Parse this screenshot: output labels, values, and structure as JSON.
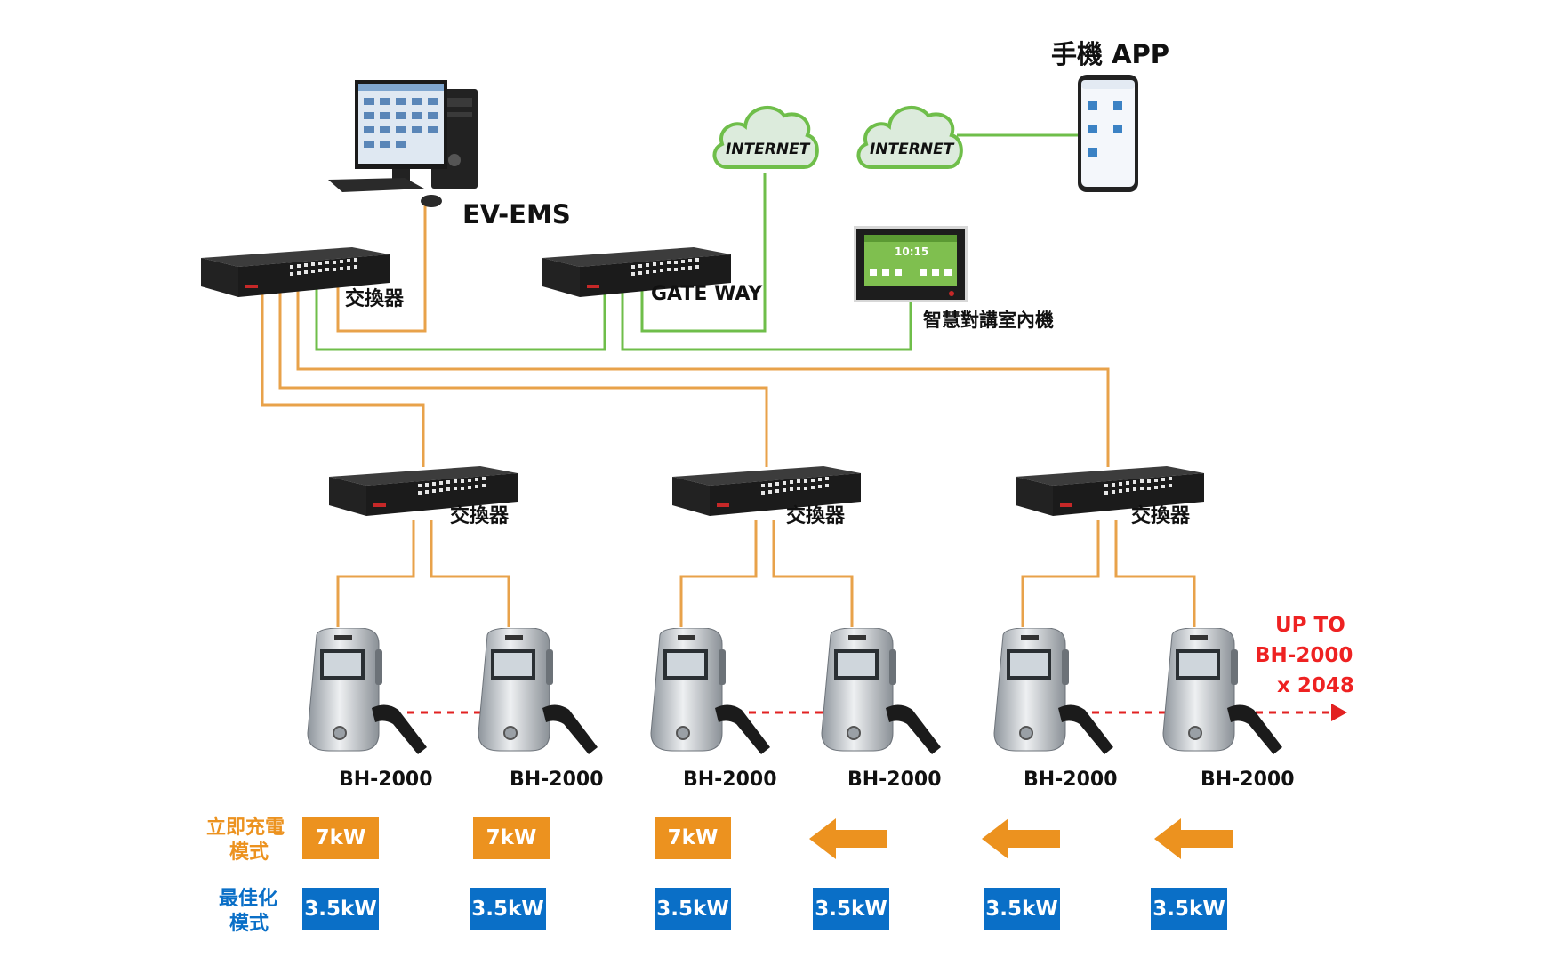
{
  "labels": {
    "ev_ems": "EV-EMS",
    "switch_top": "交換器",
    "gateway": "GATE WAY",
    "intercom": "智慧對講室內機",
    "phone_app": "手機 APP",
    "cloud_left": "INTERNET",
    "cloud_right": "INTERNET",
    "switch_1": "交換器",
    "switch_2": "交換器",
    "switch_3": "交換器",
    "intercom_time": "10:15"
  },
  "chargers": [
    {
      "model": "BH-2000"
    },
    {
      "model": "BH-2000"
    },
    {
      "model": "BH-2000"
    },
    {
      "model": "BH-2000"
    },
    {
      "model": "BH-2000"
    },
    {
      "model": "BH-2000"
    }
  ],
  "upto": {
    "line1": "UP TO",
    "line2": "BH-2000",
    "line3": "x 2048"
  },
  "modes": {
    "instant_line1": "立即充電",
    "instant_line2": "模式",
    "optimized_line1": "最佳化",
    "optimized_line2": "模式"
  },
  "instant_values": [
    "7kW",
    "7kW",
    "7kW"
  ],
  "optimized_values": [
    "3.5kW",
    "3.5kW",
    "3.5kW",
    "3.5kW",
    "3.5kW",
    "3.5kW"
  ],
  "colors": {
    "orange": "#ec921f",
    "blue": "#0a6fc7",
    "green_line": "#6fbe4a",
    "orange_line": "#e8a24a",
    "red": "#e22222"
  }
}
